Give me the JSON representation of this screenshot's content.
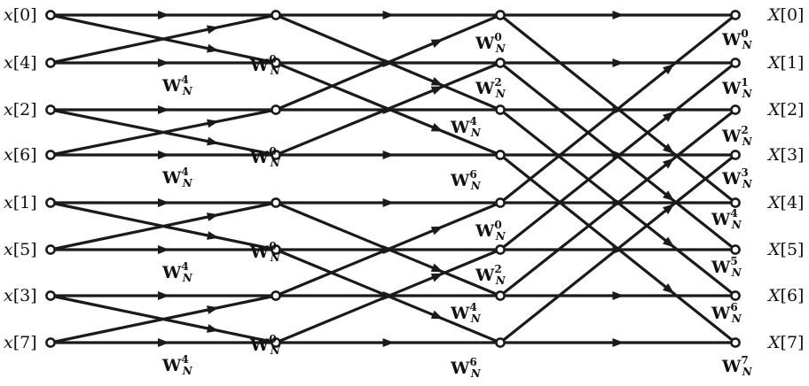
{
  "diagram": {
    "inputs": [
      "x[0]",
      "x[4]",
      "x[2]",
      "x[6]",
      "x[1]",
      "x[5]",
      "x[3]",
      "x[7]"
    ],
    "outputs": [
      "X[0]",
      "X[1]",
      "X[2]",
      "X[3]",
      "X[4]",
      "X[5]",
      "X[6]",
      "X[7]"
    ],
    "twiddle_base": "W",
    "twiddle_sub": "N",
    "stages": [
      {
        "butterfly_span": 1,
        "twiddle_exponents": [
          "0",
          "4",
          "0",
          "4",
          "0",
          "4",
          "0",
          "4"
        ]
      },
      {
        "butterfly_span": 2,
        "twiddle_exponents": [
          "0",
          "2",
          "4",
          "6",
          "0",
          "2",
          "4",
          "6"
        ]
      },
      {
        "butterfly_span": 4,
        "twiddle_exponents": [
          "0",
          "1",
          "2",
          "3",
          "4",
          "5",
          "6",
          "7"
        ]
      }
    ]
  }
}
